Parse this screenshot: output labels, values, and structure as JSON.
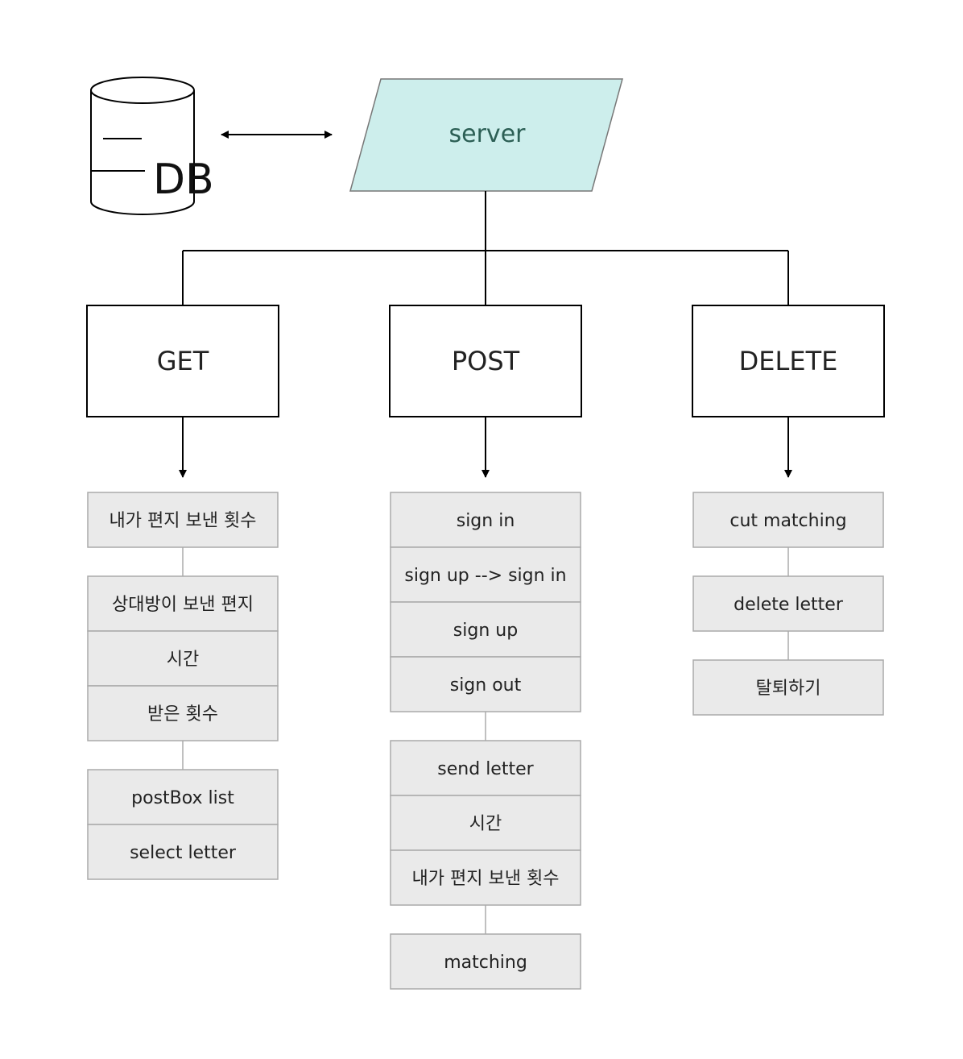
{
  "db": {
    "label": "DB"
  },
  "server": {
    "label": "server",
    "fill": "#cdeeec"
  },
  "colors": {
    "item_fill": "#eaeaea",
    "item_border": "#aaaaaa",
    "line": "#000000"
  },
  "methods": [
    {
      "label": "GET",
      "groups": [
        [
          "내가 편지 보낸 횟수"
        ],
        [
          "상대방이 보낸 편지",
          "시간",
          "받은 횟수"
        ],
        [
          "postBox list",
          "select letter"
        ]
      ]
    },
    {
      "label": "POST",
      "groups": [
        [
          "sign in",
          "sign up --> sign in",
          "sign up",
          "sign out"
        ],
        [
          "send letter",
          "시간",
          "내가 편지 보낸 횟수"
        ],
        [
          "matching"
        ]
      ]
    },
    {
      "label": "DELETE",
      "groups": [
        [
          "cut matching"
        ],
        [
          "delete letter"
        ],
        [
          "탈퇴하기"
        ]
      ]
    }
  ]
}
